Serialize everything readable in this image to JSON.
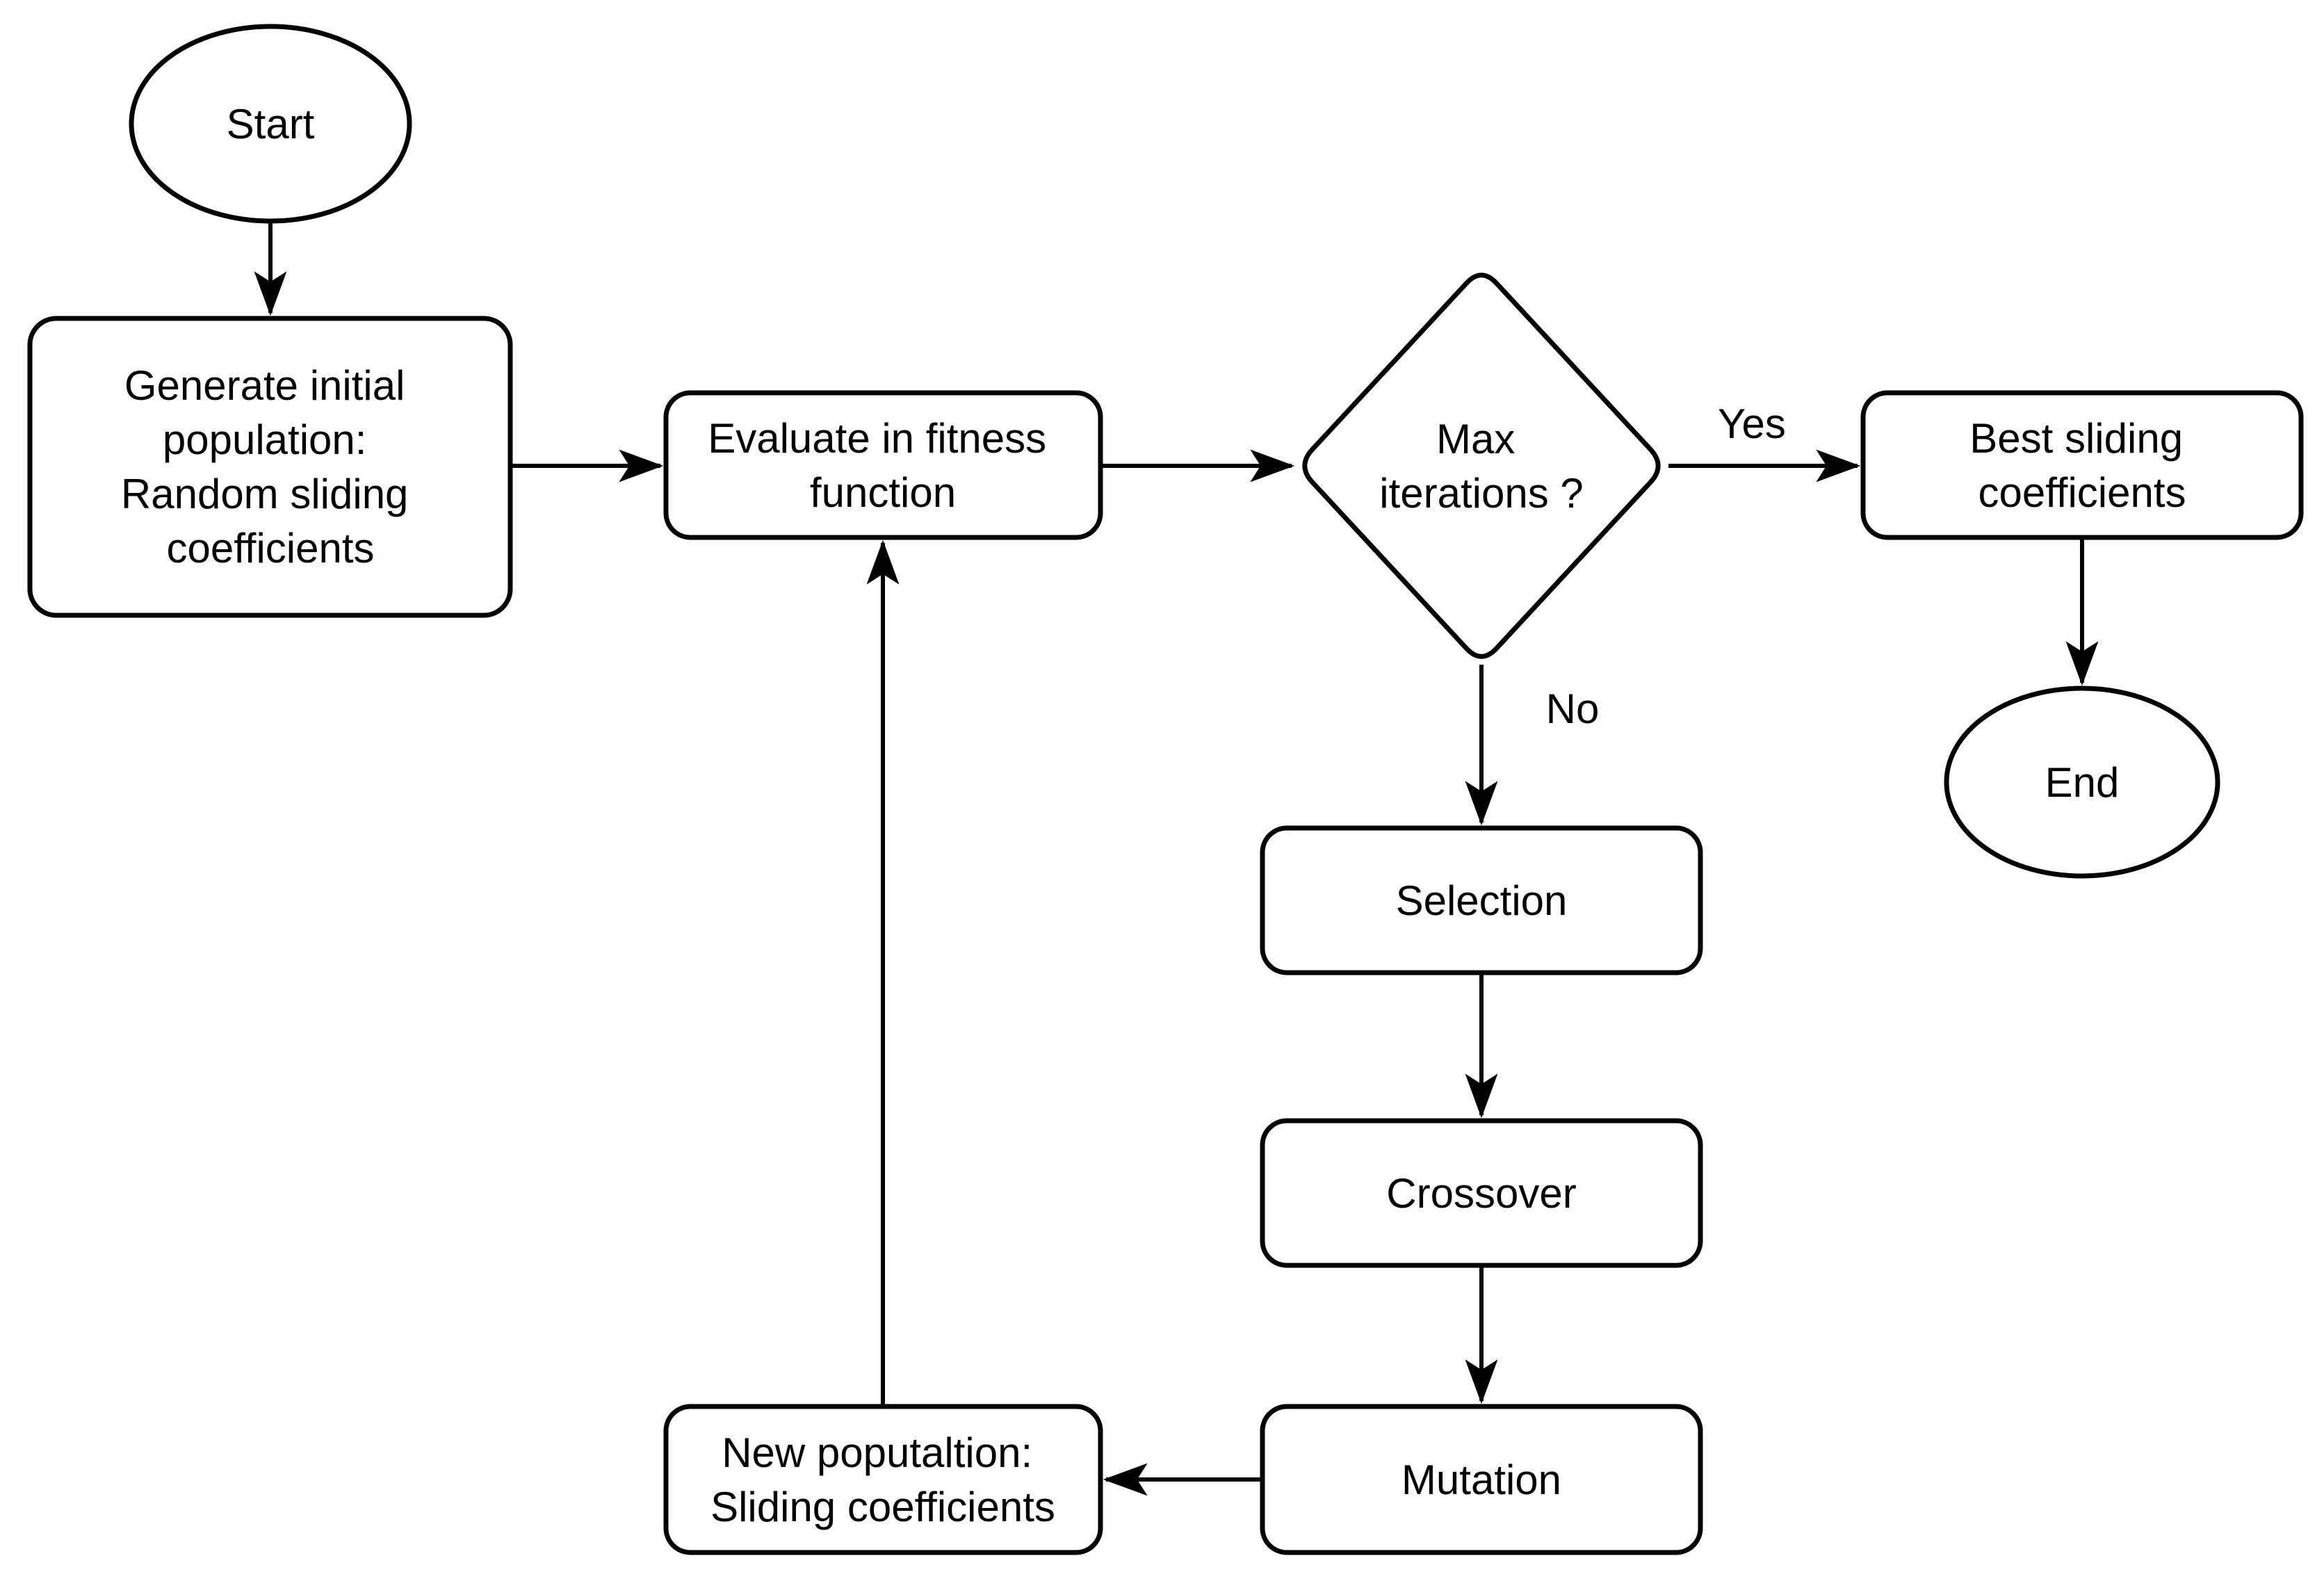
{
  "diagram": {
    "type": "flowchart",
    "colors": {
      "background": "#ffffff",
      "stroke": "#000000",
      "text": "#000000"
    },
    "nodes": {
      "start": {
        "shape": "ellipse",
        "lines": [
          "Start"
        ]
      },
      "generate_population": {
        "shape": "rounded-rect",
        "lines": [
          "Generate initial",
          "population:",
          "Random sliding",
          "coefficients"
        ]
      },
      "evaluate_fitness": {
        "shape": "rounded-rect",
        "lines": [
          "Evaluate in fitness",
          "function"
        ]
      },
      "max_iterations": {
        "shape": "diamond",
        "lines": [
          "Max",
          "iterations ?"
        ]
      },
      "best_coefficients": {
        "shape": "rounded-rect",
        "lines": [
          "Best sliding",
          "coefficients"
        ]
      },
      "end": {
        "shape": "ellipse",
        "lines": [
          "End"
        ]
      },
      "selection": {
        "shape": "rounded-rect",
        "lines": [
          "Selection"
        ]
      },
      "crossover": {
        "shape": "rounded-rect",
        "lines": [
          "Crossover"
        ]
      },
      "mutation": {
        "shape": "rounded-rect",
        "lines": [
          "Mutation"
        ]
      },
      "new_population": {
        "shape": "rounded-rect",
        "lines": [
          "New poputaltion:",
          "Sliding coefficients"
        ]
      }
    },
    "edge_labels": {
      "yes": "Yes",
      "no": "No"
    }
  }
}
